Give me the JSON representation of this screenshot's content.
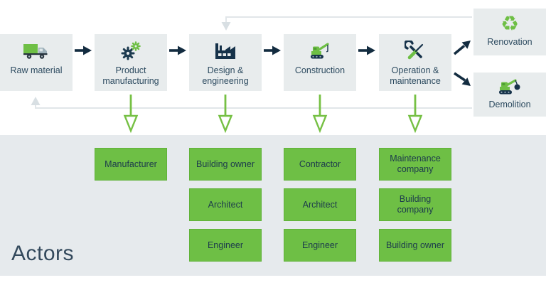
{
  "title": "Actors",
  "colors": {
    "accent_green": "#6ebf45",
    "green_border": "#60b238",
    "navy": "#16324a",
    "flow_arrow": "#132c40",
    "stage_text": "#2d4b60",
    "actor_text": "#1c3a4c",
    "box_bg": "#e8eced",
    "panel_bg": "#e6eaed",
    "feedback_gray": "#e1e6e9"
  },
  "stages": [
    {
      "label": "Raw material",
      "icon": "truck-icon"
    },
    {
      "label": "Product manufacturing",
      "icon": "gears-icon"
    },
    {
      "label": "Design & engineering",
      "icon": "factory-icon"
    },
    {
      "label": "Construction",
      "icon": "crane-icon"
    },
    {
      "label": "Operation & maintenance",
      "icon": "tools-icon"
    }
  ],
  "end_stages": [
    {
      "label": "Renovation",
      "icon": "recycle-icon",
      "recycle_glyph": "♻"
    },
    {
      "label": "Demolition",
      "icon": "wrecking-ball-icon"
    }
  ],
  "actor_columns": [
    {
      "actors": [
        "Manufacturer"
      ]
    },
    {
      "actors": [
        "Building owner",
        "Architect",
        "Engineer"
      ]
    },
    {
      "actors": [
        "Contractor",
        "Architect",
        "Engineer"
      ]
    },
    {
      "actors": [
        "Maintenance company",
        "Building company",
        "Building owner"
      ]
    }
  ]
}
